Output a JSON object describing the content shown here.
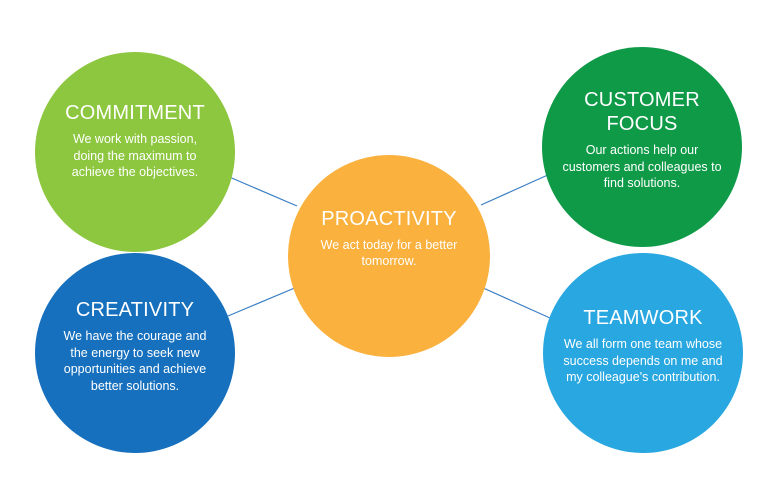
{
  "diagram": {
    "center": {
      "title": "PROACTIVITY",
      "description": "We act today for a better tomorrow.",
      "color": "#FAB13E"
    },
    "values": [
      {
        "id": "commitment",
        "title": "COMMITMENT",
        "description": "We work with passion, doing the maximum to achieve the objectives.",
        "color": "#8DC63F"
      },
      {
        "id": "customer",
        "title": "CUSTOMER FOCUS",
        "description": "Our actions help our customers and colleagues to find solutions.",
        "color": "#0F9A48"
      },
      {
        "id": "creativity",
        "title": "CREATIVITY",
        "description": "We have the courage and the energy to seek new opportunities and achieve better solutions.",
        "color": "#1670BE"
      },
      {
        "id": "teamwork",
        "title": "TEAMWORK",
        "description": "We all form one team whose success depends on me and my colleague's contribution.",
        "color": "#29A7E1"
      }
    ],
    "connector_color": "#3B7FC4"
  }
}
